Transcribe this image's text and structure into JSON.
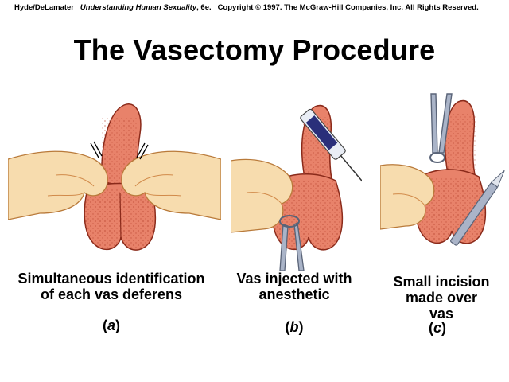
{
  "credit": {
    "authors": "Hyde/DeLamater",
    "book": "Understanding Human Sexuality",
    "edition": ", 6e.",
    "copyright": "Copyright © 1997. The McGraw-Hill Companies, Inc. All Rights Reserved."
  },
  "title": "The Vasectomy Procedure",
  "panels": [
    {
      "caption_lines": [
        "Simultaneous identification",
        "of each vas deferens"
      ],
      "letter": "a"
    },
    {
      "caption_lines": [
        "Vas injected with",
        "anesthetic"
      ],
      "letter": "b"
    },
    {
      "caption_lines": [
        "Small incision",
        "made over",
        "vas"
      ],
      "letter": "c"
    }
  ],
  "colors": {
    "tissue": "#e8826a",
    "tissue_dark": "#c2452f",
    "skin": "#f7dcae",
    "skin_dark": "#e9a561",
    "instrument": "#aab4c8",
    "syringe": "#2a2f7a"
  }
}
